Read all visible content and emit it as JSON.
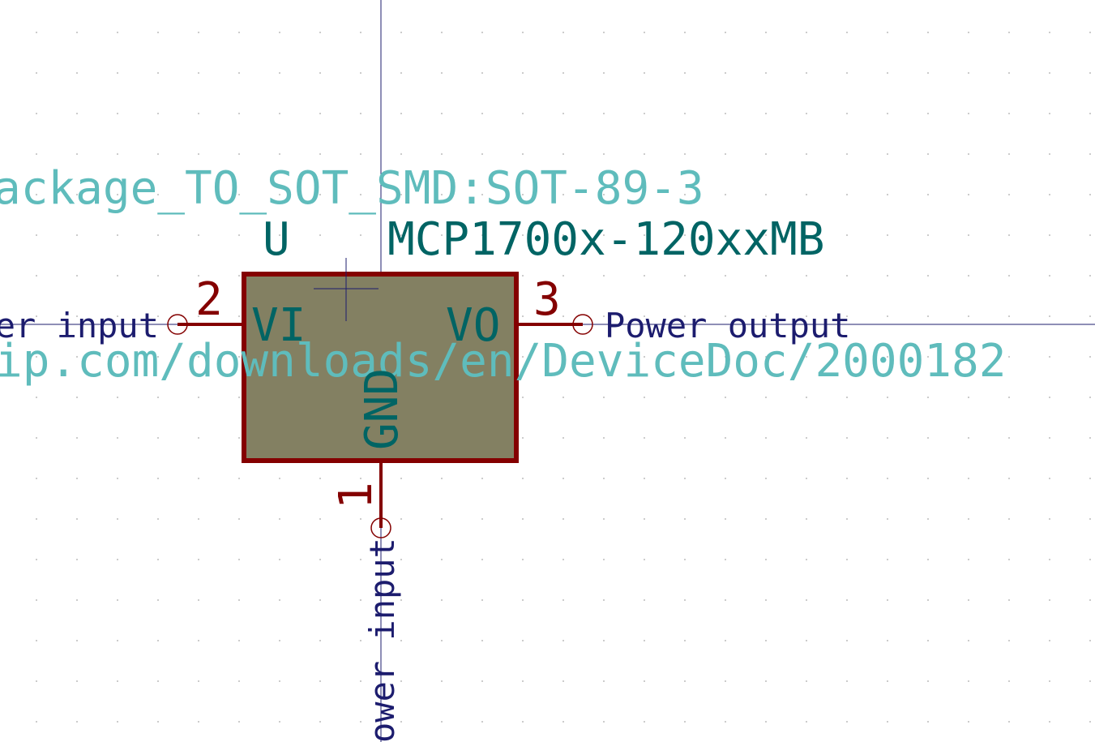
{
  "symbol": {
    "footprint": "ackage_TO_SOT_SMD:SOT-89-3",
    "reference": "U",
    "value": "MCP1700x-120xxMB",
    "datasheet": "ip.com/downloads/en/DeviceDoc/2000182"
  },
  "pins": {
    "vi": {
      "number": "2",
      "name": "VI",
      "type": "ver input"
    },
    "vo": {
      "number": "3",
      "name": "VO",
      "type": "Power output"
    },
    "gnd": {
      "number": "1",
      "name": "GND",
      "type": "ower input"
    }
  },
  "colors": {
    "body_fill": "#838062",
    "body_outline": "#840000",
    "pin_line": "#840000",
    "pin_number": "#840000",
    "pin_name": "#006464",
    "field_value": "#006464",
    "field_reference": "#006464",
    "field_hidden": "#5fbcbc",
    "electrical_type": "#1c1c6e",
    "crosshair": "#1c1c6e",
    "grid_dot": "#c4c4c4"
  }
}
